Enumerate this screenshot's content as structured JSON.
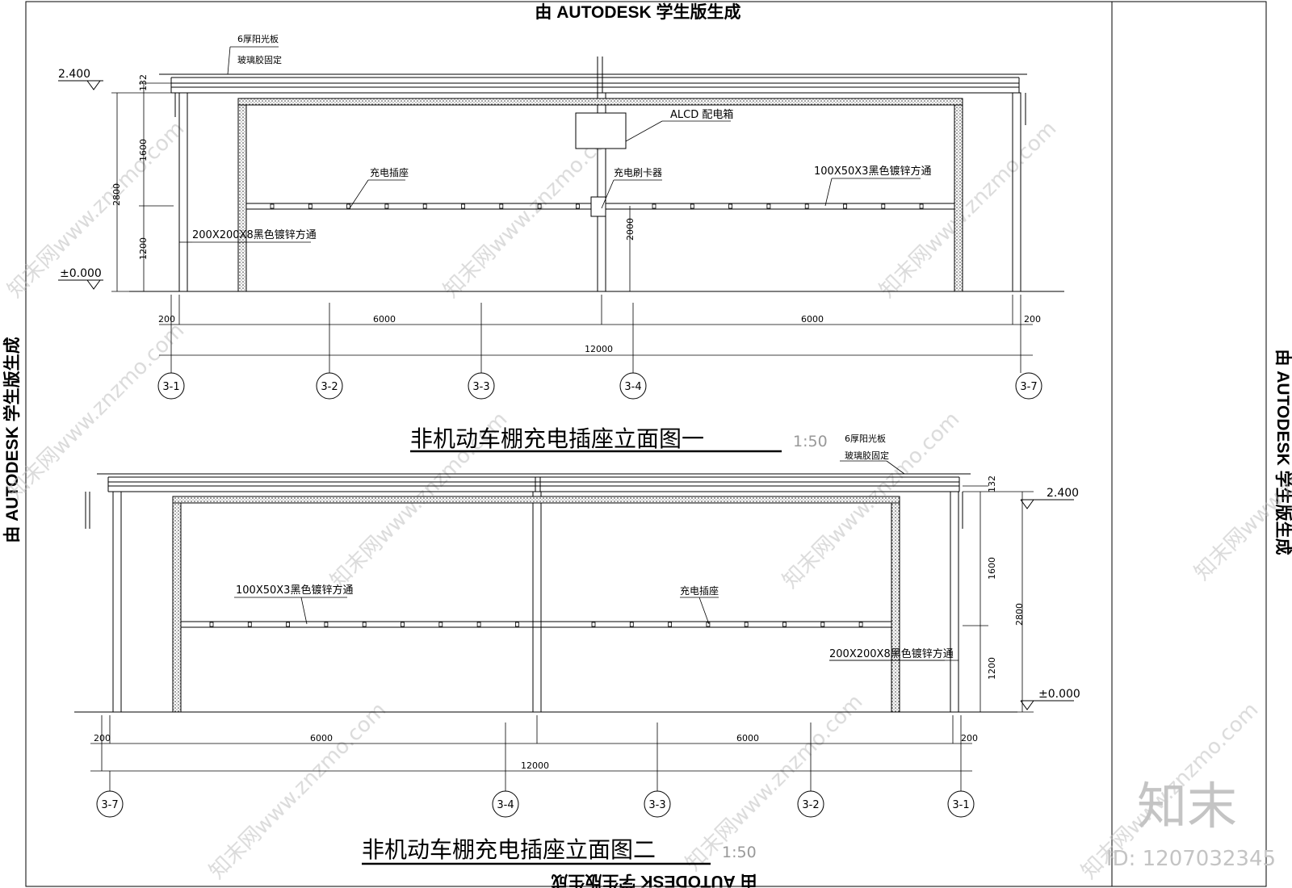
{
  "watermark_banner": "由 AUTODESK 学生版生成",
  "brand_logo": "知末",
  "brand_id": "ID: 1207032345",
  "watermark_site": "知末网www.znzmo.com",
  "elevation_1": {
    "title": "非机动车棚充电插座立面图一",
    "scale": "1:50",
    "level_top": "2.400",
    "level_ground": "±0.000",
    "note_panel_1": "6厚阳光板",
    "note_panel_2": "玻璃胶固定",
    "note_box": "ALCD  配电箱",
    "note_socket": "充电插座",
    "note_card": "充电刷卡器",
    "note_rail": "100X50X3黑色镀锌方通",
    "note_column": "200X200X8黑色镀锌方通",
    "dim_132": "132",
    "dim_1600": "1600",
    "dim_2800": "2800",
    "dim_1200": "1200",
    "dim_2000": "2000",
    "dim_200_left": "200",
    "dim_6000_left": "6000",
    "dim_6000_right": "6000",
    "dim_200_right": "200",
    "dim_total": "12000",
    "axes": [
      "3-1",
      "3-2",
      "3-3",
      "3-4",
      "3-7"
    ]
  },
  "elevation_2": {
    "title": "非机动车棚充电插座立面图二",
    "scale": "1:50",
    "level_top": "2.400",
    "level_ground": "±0.000",
    "note_panel_1": "6厚阳光板",
    "note_panel_2": "玻璃胶固定",
    "note_socket": "充电插座",
    "note_rail": "100X50X3黑色镀锌方通",
    "note_column": "200X200X8黑色镀锌方通",
    "dim_132": "132",
    "dim_1600": "1600",
    "dim_2800": "2800",
    "dim_1200": "1200",
    "dim_200_left": "200",
    "dim_6000_left": "6000",
    "dim_6000_right": "6000",
    "dim_200_right": "200",
    "dim_total": "12000",
    "axes": [
      "3-7",
      "3-4",
      "3-3",
      "3-2",
      "3-1"
    ]
  }
}
